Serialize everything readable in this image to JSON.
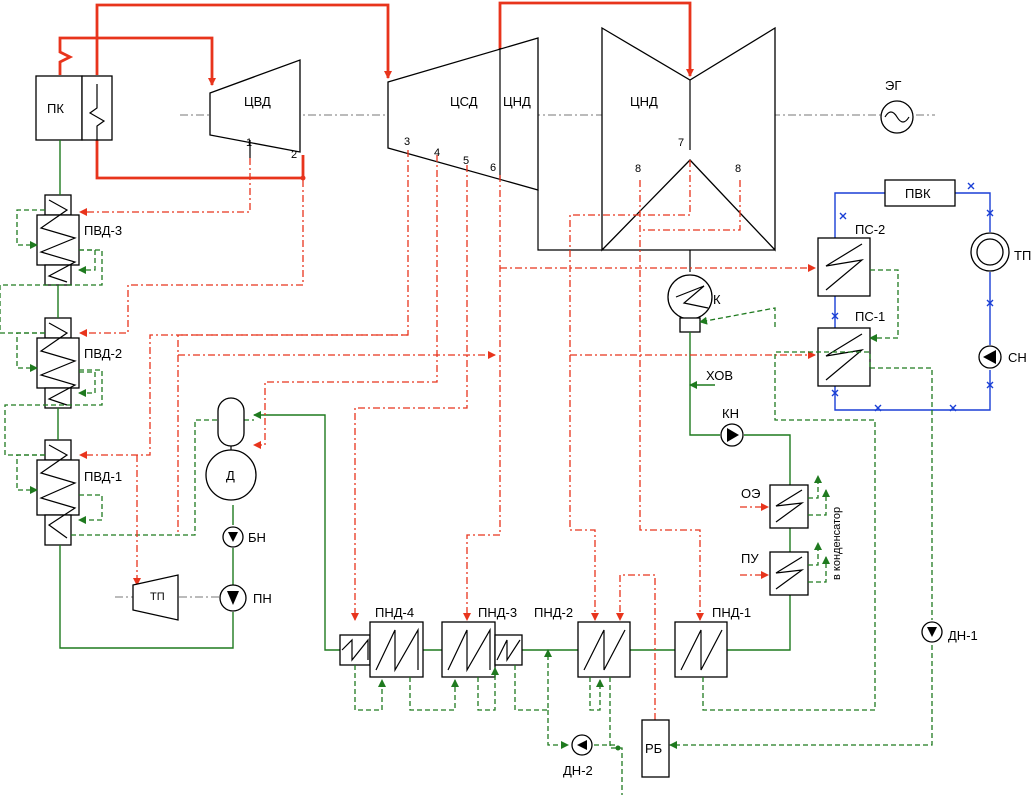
{
  "labels": {
    "pk": "ПК",
    "cvd": "ЦВД",
    "csd": "ЦСД",
    "cnd_a": "ЦНД",
    "cnd_b": "ЦНД",
    "eg": "ЭГ",
    "pvk": "ПВК",
    "ps2": "ПС-2",
    "ps1": "ПС-1",
    "tp_net": "ТП",
    "sn": "СН",
    "k": "К",
    "hov": "ХОВ",
    "kn": "КН",
    "oe": "ОЭ",
    "pu": "ПУ",
    "to_condenser": "в конденсатор",
    "pvd3": "ПВД-3",
    "pvd2": "ПВД-2",
    "pvd1": "ПВД-1",
    "d": "Д",
    "bn": "БН",
    "pn": "ПН",
    "tp_turbine": "ТП",
    "pnd4": "ПНД-4",
    "pnd3": "ПНД-3",
    "pnd2": "ПНД-2",
    "pnd1": "ПНД-1",
    "dn1": "ДН-1",
    "dn2": "ДН-2",
    "rb": "РБ"
  },
  "extraction_numbers": [
    "1",
    "2",
    "3",
    "4",
    "5",
    "6",
    "7",
    "8",
    "8"
  ],
  "colors": {
    "steam": "#e8341c",
    "water": "#1f7a1f",
    "network": "#1a3fd6"
  },
  "icons": {
    "generator": "generator-icon",
    "pump": "pump-icon"
  }
}
